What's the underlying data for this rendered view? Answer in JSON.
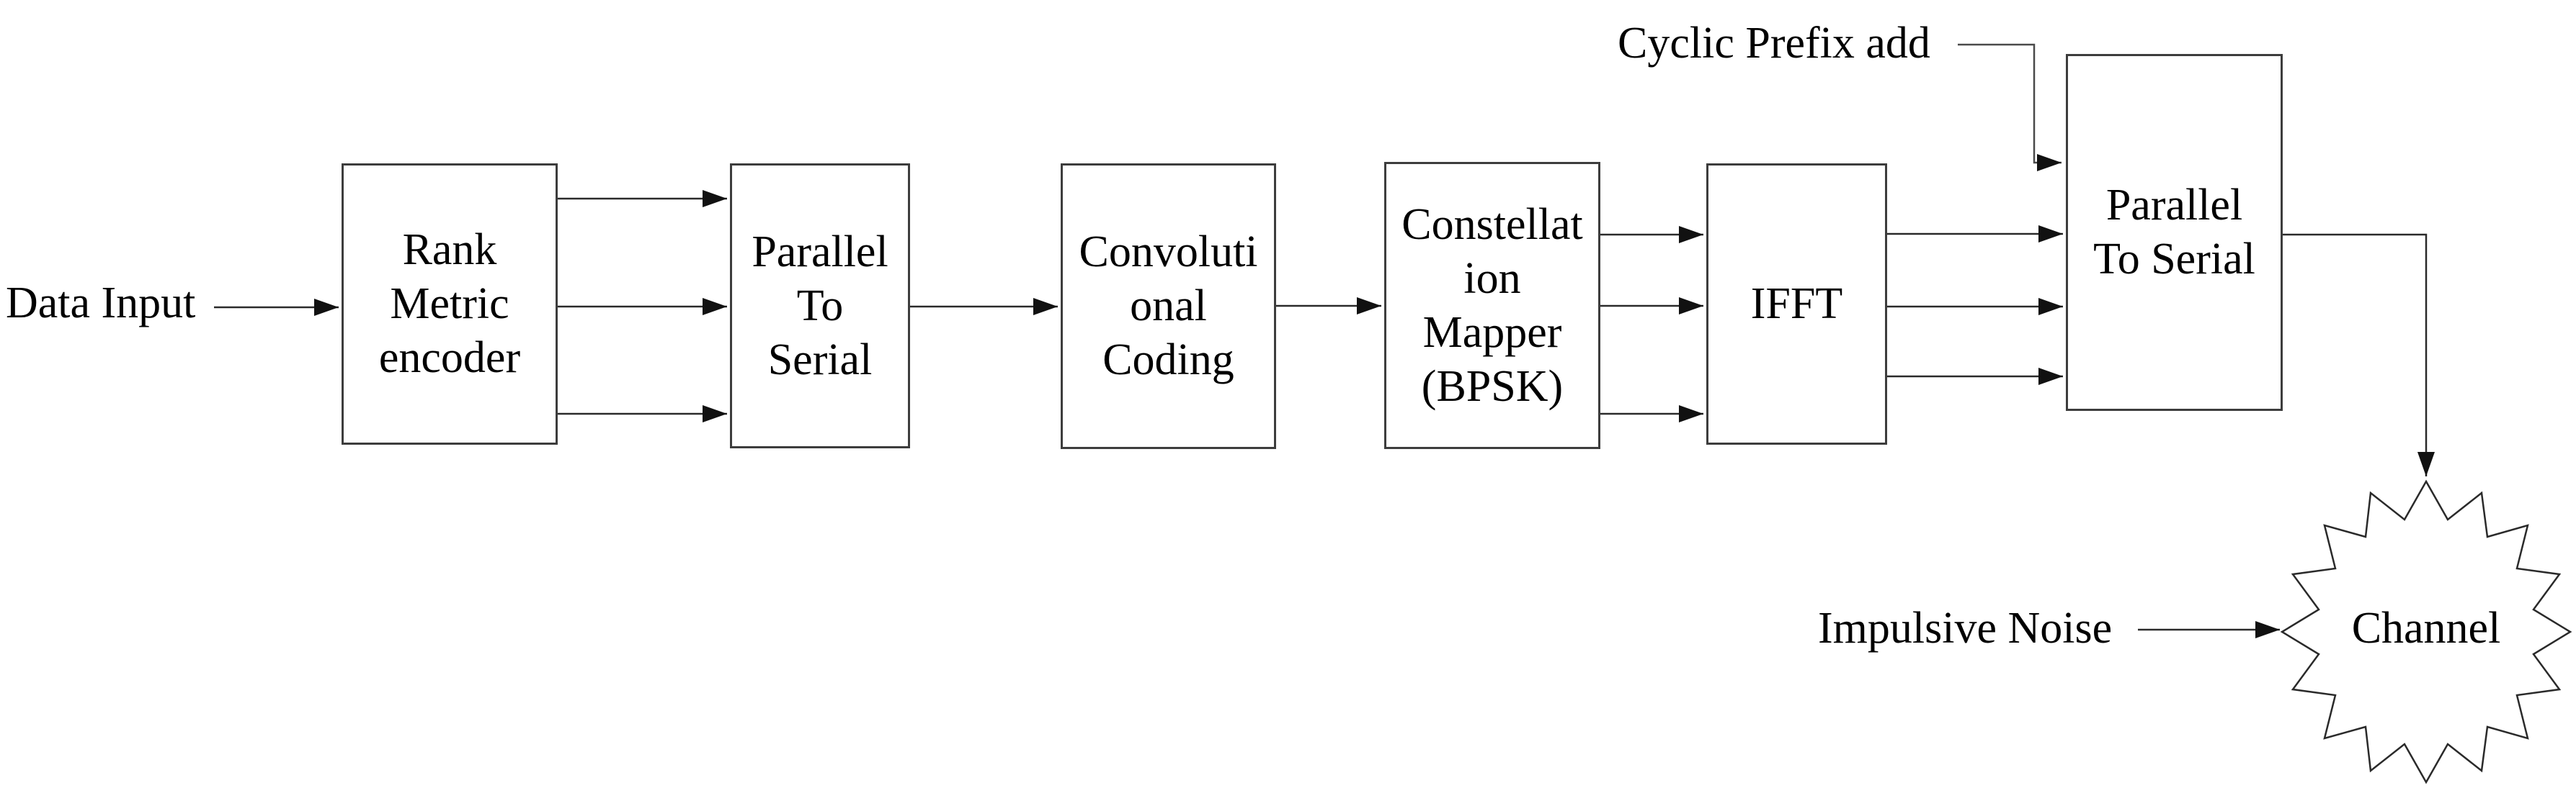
{
  "labels": {
    "data_input": "Data Input",
    "cyclic_prefix": "Cyclic Prefix add",
    "impulsive_noise": "Impulsive Noise"
  },
  "blocks": [
    {
      "id": "rank-metric-encoder",
      "lines": [
        "Rank",
        "Metric",
        "encoder"
      ]
    },
    {
      "id": "parallel-to-serial-1",
      "lines": [
        "Parallel",
        "To",
        "Serial"
      ]
    },
    {
      "id": "convolutional-coding",
      "lines": [
        "Convoluti",
        "onal",
        "Coding"
      ]
    },
    {
      "id": "constellation-mapper",
      "lines": [
        "Constellat",
        "ion",
        "Mapper",
        "(BPSK)"
      ]
    },
    {
      "id": "ifft",
      "lines": [
        "IFFT"
      ]
    },
    {
      "id": "parallel-to-serial-2",
      "lines": [
        "Parallel",
        "To Serial"
      ]
    }
  ],
  "channel": {
    "label": "Channel"
  },
  "edges": [
    {
      "from": "data-input",
      "to": "rank-metric-encoder",
      "wires": 1
    },
    {
      "from": "rank-metric-encoder",
      "to": "parallel-to-serial-1",
      "wires": 3
    },
    {
      "from": "parallel-to-serial-1",
      "to": "convolutional-coding",
      "wires": 1
    },
    {
      "from": "convolutional-coding",
      "to": "constellation-mapper",
      "wires": 1
    },
    {
      "from": "constellation-mapper",
      "to": "ifft",
      "wires": 3
    },
    {
      "from": "ifft",
      "to": "parallel-to-serial-2",
      "wires": 3
    },
    {
      "from": "cyclic-prefix-add",
      "to": "parallel-to-serial-2",
      "wires": 1
    },
    {
      "from": "parallel-to-serial-2",
      "to": "channel",
      "wires": 1
    },
    {
      "from": "impulsive-noise",
      "to": "channel",
      "wires": 1
    }
  ],
  "colors": {
    "line": "#2a2a2a",
    "border": "#3d3d3d",
    "text": "#000000",
    "background": "#ffffff"
  }
}
